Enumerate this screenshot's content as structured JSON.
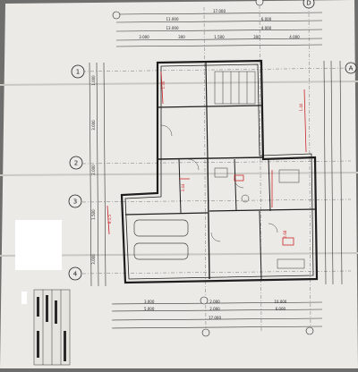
{
  "colors": {
    "paper": "#eceae6",
    "line": "#2b2b2b",
    "annotation": "#c8262b",
    "background": "#6e6e6c"
  },
  "axis_labels": {
    "left": [
      "1",
      "2",
      "3",
      "4"
    ],
    "right": [
      "A"
    ],
    "top": [
      "D"
    ]
  },
  "dimensions": {
    "top_row_1": [
      "17.000"
    ],
    "top_row_2": [
      "11.000",
      "6.000"
    ],
    "top_row_3": [
      "13.000",
      "4.000"
    ],
    "top_row_4": [
      "3.000",
      "300",
      "1.500",
      "300",
      "4.000"
    ],
    "bottom_row_1": [
      "3.000",
      "2.000",
      "10.000"
    ],
    "bottom_row_2": [
      "5.000",
      "2.000",
      "6.000"
    ],
    "bottom_row_3": [
      "17.000"
    ],
    "left_column": [
      "1.000",
      "3.000",
      "2.000",
      "1.500",
      "3.000"
    ]
  },
  "red_notes": [
    "1.40",
    "1.30",
    "8,1,5",
    "3.44",
    "2.68"
  ],
  "title_block_rows": [
    "",
    "",
    "",
    "",
    ""
  ]
}
